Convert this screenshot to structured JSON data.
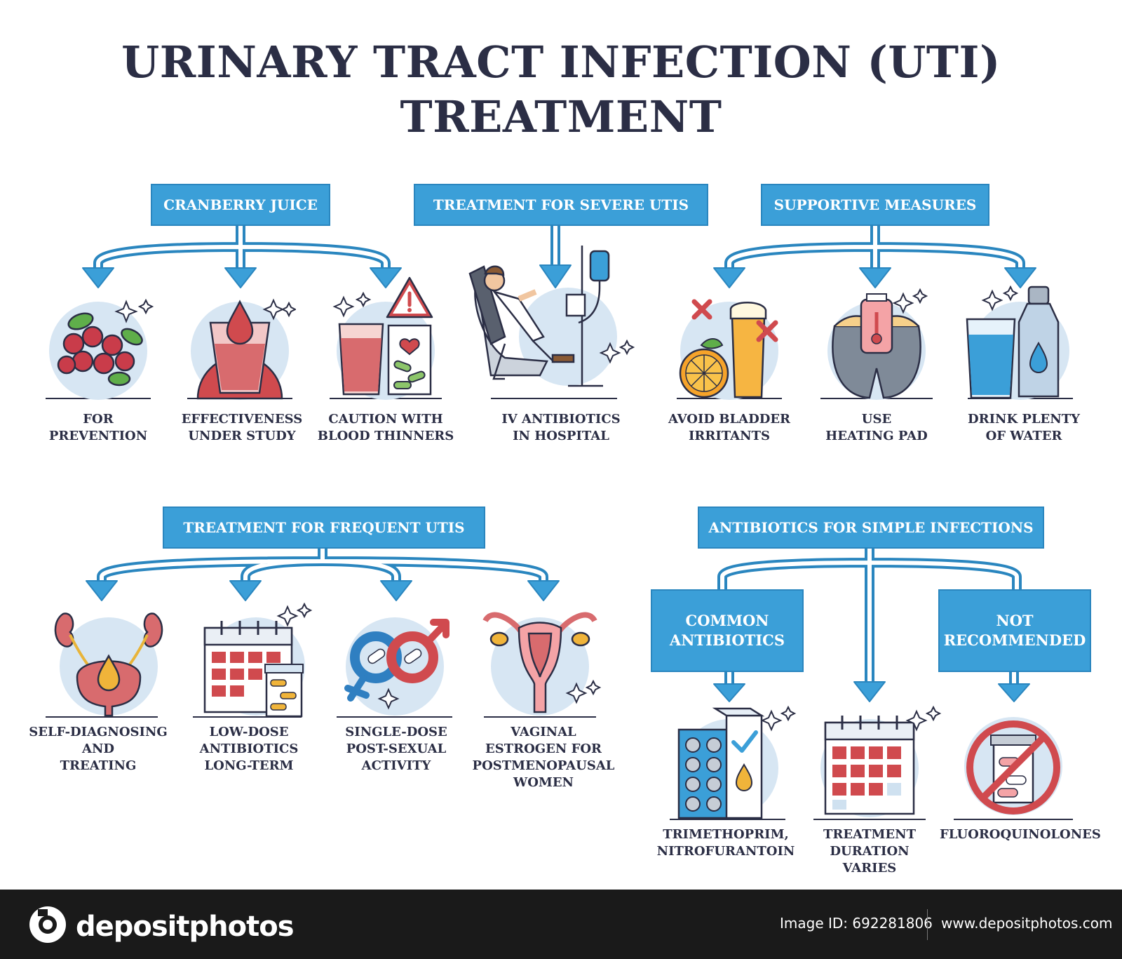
{
  "title": {
    "line1": "URINARY TRACT INFECTION (UTI)",
    "line2": "TREATMENT"
  },
  "colors": {
    "accent": "#3b9fd8",
    "text": "#2b2e45",
    "circle": "#d7e6f3"
  },
  "sections": {
    "cranberry": {
      "header": "CRANBERRY JUICE",
      "items": [
        {
          "label": "FOR\nPREVENTION",
          "icon": "cranberries-icon"
        },
        {
          "label": "EFFECTIVENESS\nUNDER STUDY",
          "icon": "juice-glass-icon"
        },
        {
          "label": "CAUTION WITH\nBLOOD THINNERS",
          "icon": "warning-pills-icon"
        }
      ]
    },
    "severe": {
      "header": "TREATMENT FOR SEVERE UTIS",
      "items": [
        {
          "label": "IV ANTIBIOTICS\nIN HOSPITAL",
          "icon": "iv-drip-patient-icon"
        }
      ]
    },
    "supportive": {
      "header": "SUPPORTIVE MEASURES",
      "items": [
        {
          "label": "AVOID BLADDER\nIRRITANTS",
          "icon": "citrus-beer-icon"
        },
        {
          "label": "USE\nHEATING PAD",
          "icon": "heating-pad-icon"
        },
        {
          "label": "DRINK PLENTY\nOF WATER",
          "icon": "water-bottle-icon"
        }
      ]
    },
    "frequent": {
      "header": "TREATMENT FOR FREQUENT UTIS",
      "items": [
        {
          "label": "SELF-DIAGNOSING\nAND\nTREATING",
          "icon": "kidneys-bladder-icon"
        },
        {
          "label": "LOW-DOSE\nANTIBIOTICS\nLONG-TERM",
          "icon": "calendar-pills-icon"
        },
        {
          "label": "SINGLE-DOSE\nPOST-SEXUAL\nACTIVITY",
          "icon": "gender-symbols-icon"
        },
        {
          "label": "VAGINAL\nESTROGEN FOR\nPOSTMENOPAUSAL\nWOMEN",
          "icon": "uterus-icon"
        }
      ]
    },
    "simple": {
      "header": "ANTIBIOTICS FOR SIMPLE INFECTIONS",
      "sub_common": "COMMON\nANTIBIOTICS",
      "sub_not": "NOT\nRECOMMENDED",
      "items": [
        {
          "label": "TRIMETHOPRIM,\nNITROFURANTOIN",
          "icon": "pill-blister-icon"
        },
        {
          "label": "TREATMENT\nDURATION\nVARIES",
          "icon": "calendar-icon"
        },
        {
          "label": "FLUOROQUINOLONES",
          "icon": "prohibited-pills-icon"
        }
      ]
    }
  },
  "footer": {
    "brand": "depositphotos",
    "image_id": "Image ID: 692281806",
    "url": "www.depositphotos.com"
  }
}
